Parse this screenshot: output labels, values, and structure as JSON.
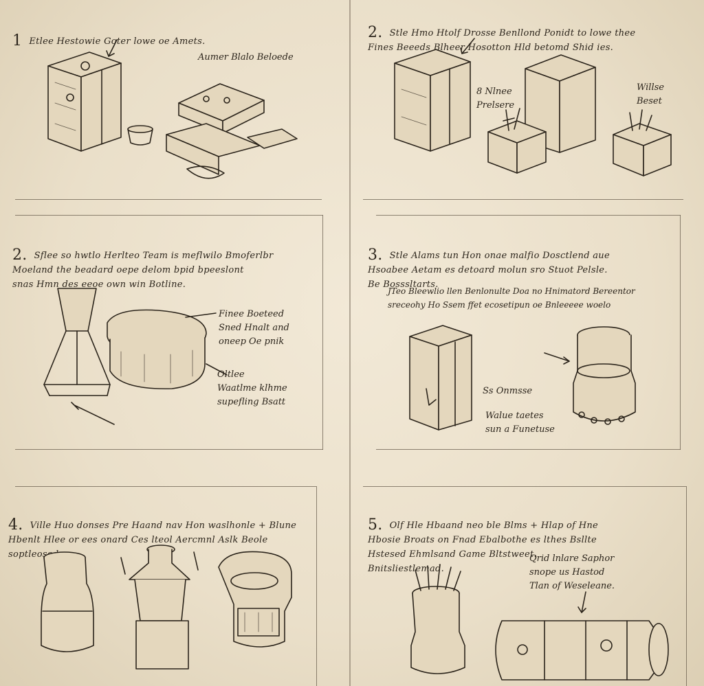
{
  "steps": [
    {
      "num": "1",
      "text": "Etlee Hestowie Goter lowe oe Amets."
    },
    {
      "num": "2.",
      "text": "Stle Hmo Htolf Drosse Benllond Ponidt to lowe thee\nFines Beeeds Blheer Hosotton Hld betomd Shid ies."
    },
    {
      "num": "2.",
      "text": "Sflee so hwtlo Herlteo Team is meflwilo Bmoferlbr\nMoeland the beadard oepe delom bpid bpeeslont\nsnas Hmn des eeoe own win Botline."
    },
    {
      "num": "3.",
      "text": "Stle Alams tun Hon onae malfio Dosctlend aue\nHsoabee Aetam es detoard molun sro Stuot Pelsle.\nBe Bosssltarts."
    },
    {
      "num": "4.",
      "text": "Ville Huo donses Pre Haand nav Hon waslhonle + Blune\nHbenlt Hlee or ees onard Ces lteol Aercmnl Aslk Beole\nsoptleosed"
    },
    {
      "num": "5.",
      "text": "Olf Hle Hbaand neo ble Blms + Hlap of Hne\nHbosie Broats on Fnad Ebalbothe es lthes Bsllte\nHstesed Ehmlsand Game Bltstweet.\nBnitsliestlemad."
    }
  ],
  "notes": {
    "n1": "Aumer Blalo Beloede",
    "n2a": "8 Nlnee\nPrelsere",
    "n2b": "Willse\nBeset",
    "n3a": "Finee Boeteed\nSned Hnalt and\noneep Oe pnik",
    "n3b": "Oltlee\nWaatlme klhme\nsupefling Bsatt",
    "n4": "JTeo Bleewlio llen Benlonulte Doa no Hnimatord Bereentor\nsreceohy Ho Ssem ffet ecosetipun oe Bnleeeee woelo",
    "n5a": "Ss Onmsse",
    "n5b": "Walue taetes\nsun a Funetuse",
    "n6": "Qrid lnlare Saphor\nsnope us Hastod\nTlan of Weseleane."
  }
}
